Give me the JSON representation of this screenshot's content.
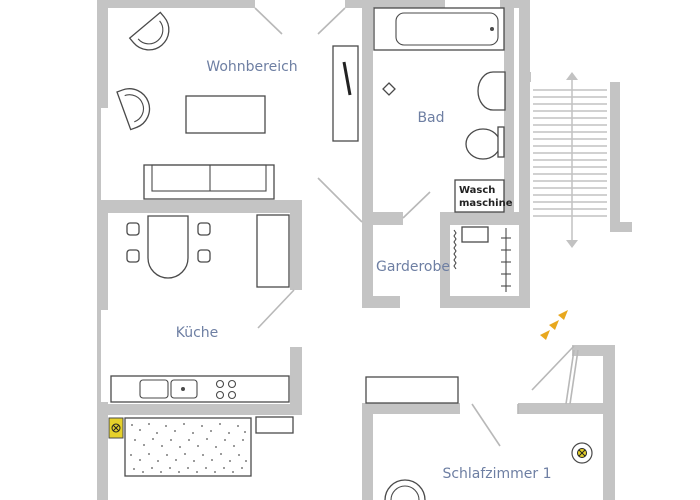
{
  "rooms": {
    "wohnbereich": "Wohnbereich",
    "bad": "Bad",
    "garderobe": "Garderobe",
    "kueche": "Küche",
    "schlafzimmer": "Schlafzimmer 1"
  },
  "appliances": {
    "waschmaschine_line1": "Wasch",
    "waschmaschine_line2": "maschine"
  },
  "colors": {
    "wall": "#c4c4c4",
    "label": "#6e7fa3",
    "marker_yellow": "#e6d12a",
    "arrow_orange": "#e8a81f"
  },
  "icons": [
    "armchair-icon",
    "bathtub-icon",
    "toilet-icon",
    "sink-icon",
    "stove-icon",
    "smoke-detector-icon",
    "staircase-icon",
    "entrance-arrow-icon"
  ]
}
